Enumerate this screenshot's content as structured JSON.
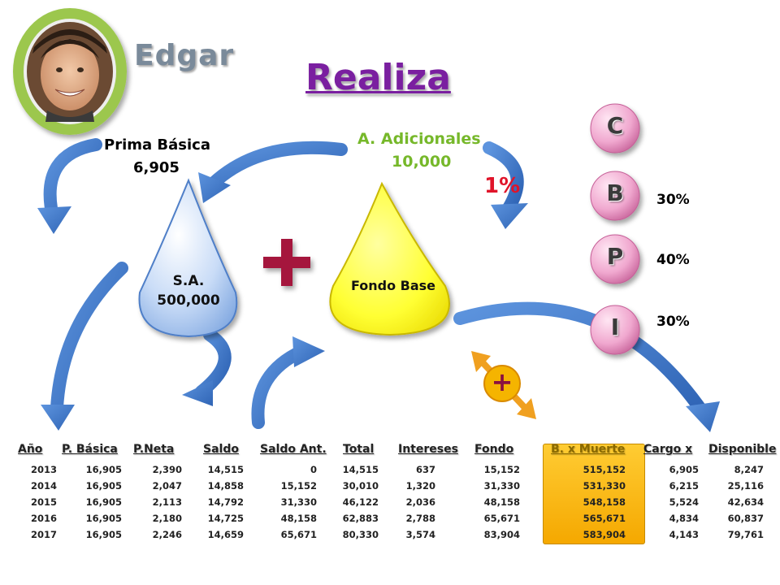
{
  "person": {
    "name": "Edgar"
  },
  "title": "Realiza",
  "prima_basica": {
    "label": "Prima Básica",
    "value": "6,905"
  },
  "adicionales": {
    "label": "A. Adicionales",
    "value": "10,000",
    "percent": "1%"
  },
  "sa_drop": {
    "label": "S.A.",
    "value": "500,000"
  },
  "fondo_drop": {
    "label": "Fondo Base"
  },
  "plus_symbol": "+",
  "small_plus": "+",
  "letters": [
    {
      "letter": "C",
      "percent": ""
    },
    {
      "letter": "B",
      "percent": "30%"
    },
    {
      "letter": "P",
      "percent": "40%"
    },
    {
      "letter": "I",
      "percent": "30%"
    }
  ],
  "colors": {
    "title": "#7a1fa0",
    "sa_drop": "#a9c8f0",
    "fondo_drop": "#ffff33",
    "arrow": "#3a76c8",
    "highlight": "#f5a800"
  },
  "table": {
    "headers": [
      "Año",
      "P. Básica",
      "P.Neta",
      "Saldo",
      "Saldo Ant.",
      "Total",
      "Intereses",
      "Fondo",
      "B. x Muerte",
      "Cargo x",
      "Disponible"
    ],
    "rows": [
      [
        "2013",
        "16,905",
        "2,390",
        "14,515",
        "0",
        "14,515",
        "637",
        "15,152",
        "515,152",
        "6,905",
        "8,247"
      ],
      [
        "2014",
        "16,905",
        "2,047",
        "14,858",
        "15,152",
        "30,010",
        "1,320",
        "31,330",
        "531,330",
        "6,215",
        "25,116"
      ],
      [
        "2015",
        "16,905",
        "2,113",
        "14,792",
        "31,330",
        "46,122",
        "2,036",
        "48,158",
        "548,158",
        "5,524",
        "42,634"
      ],
      [
        "2016",
        "16,905",
        "2,180",
        "14,725",
        "48,158",
        "62,883",
        "2,788",
        "65,671",
        "565,671",
        "4,834",
        "60,837"
      ],
      [
        "2017",
        "16,905",
        "2,246",
        "14,659",
        "65,671",
        "80,330",
        "3,574",
        "83,904",
        "583,904",
        "4,143",
        "79,761"
      ]
    ]
  }
}
